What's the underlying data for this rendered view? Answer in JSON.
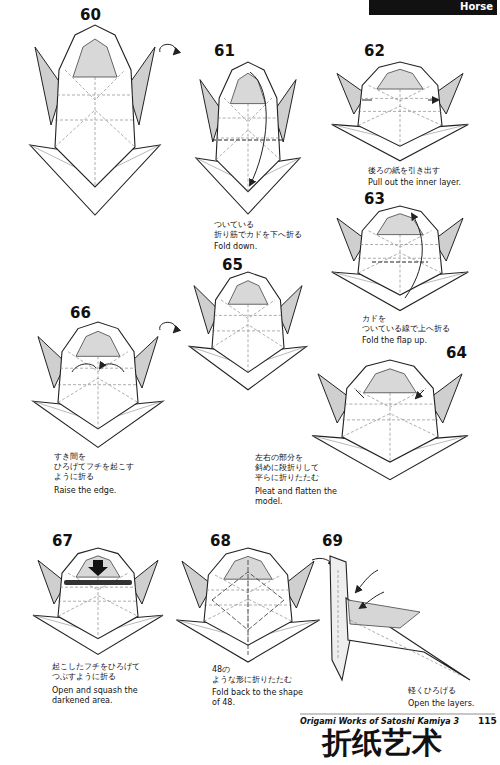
{
  "diagram": {
    "title": "Horse",
    "labels": [
      "60",
      "61",
      "ついている 折り筋でカドを下へ折る",
      "Fold down.",
      "62",
      "後ろの紙を引き出す",
      "Pull out the inner layer.",
      "63",
      "カドを ついている線で上へ折る",
      "Fold the flap up.",
      "64",
      "左右の部分を 斜めに段折りして 平らに折りたたむ",
      "Pleat and flatten the model.",
      "65",
      "66",
      "すき間を ひろげてフチを起こす ように折る",
      "Raise the edge.",
      "67",
      "起こしたフチをひろげて つぶすように折る",
      "Open and squash the darkened area.",
      "68",
      "48の ような形に折りたたむ",
      "Fold back to the shape of 48.",
      "69",
      "軽くひろげる",
      "Open the layers.",
      "Origami Works of Satoshi Kamiya 3",
      "115",
      "折纸艺术"
    ]
  }
}
